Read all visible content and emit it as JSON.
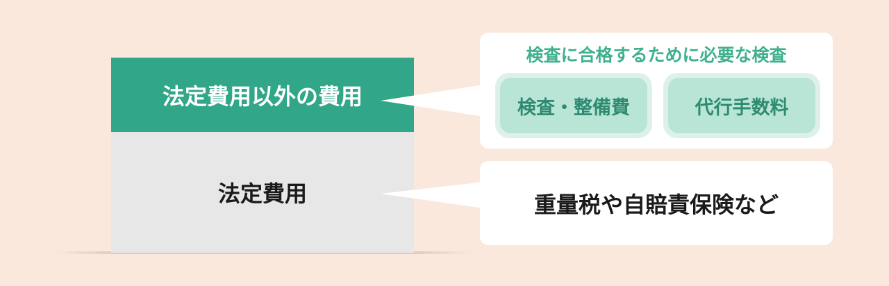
{
  "diagram": {
    "top_block_label": "法定費用以外の費用",
    "bottom_block_label": "法定費用",
    "top_callout": {
      "title": "検査に合格するために必要な検査",
      "items": [
        "検査・整備費",
        "代行手数料"
      ]
    },
    "bottom_callout": {
      "text": "重量税や自賠責保険など"
    },
    "colors": {
      "background": "#fae8dc",
      "green": "#31a689",
      "gray": "#e7e7e7",
      "chip": "#b8e5d6",
      "chip_text": "#2f8a72",
      "title_text": "#3fb08f"
    }
  }
}
